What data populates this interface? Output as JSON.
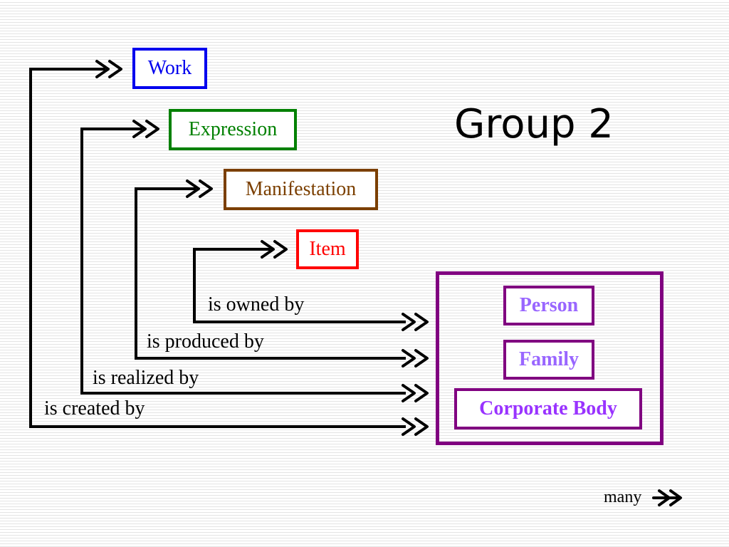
{
  "title": "Group 2",
  "group1": {
    "work": {
      "label": "Work",
      "color": "#0000ee"
    },
    "expression": {
      "label": "Expression",
      "color": "#008000"
    },
    "manifestation": {
      "label": "Manifestation",
      "color": "#7b3f00"
    },
    "item": {
      "label": "Item",
      "color": "#ff0000"
    }
  },
  "group2": {
    "border_color": "#800080",
    "person": "Person",
    "family": "Family",
    "corporate_body": "Corporate Body"
  },
  "relationships": {
    "owned": "is owned by",
    "produced": "is produced by",
    "realized": "is realized by",
    "created": "is created by"
  },
  "legend": {
    "label": "many",
    "icon": "double-arrow-icon"
  }
}
